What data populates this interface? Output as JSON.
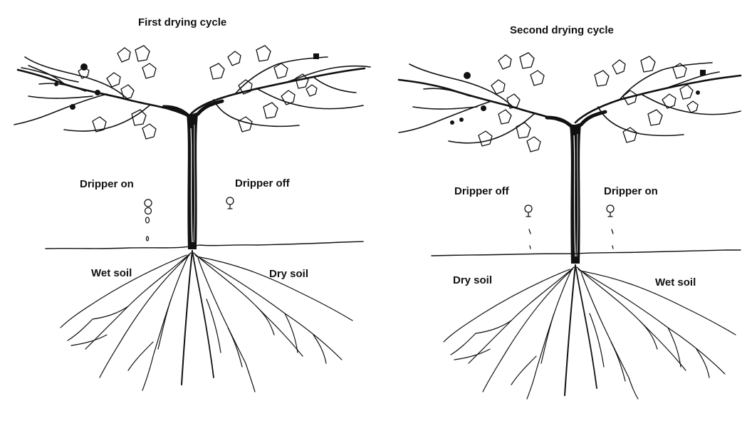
{
  "panels": [
    {
      "title": "First drying cycle",
      "left_dripper": "Dripper on",
      "right_dripper": "Dripper off",
      "left_soil": "Wet soil",
      "right_soil": "Dry soil"
    },
    {
      "title": "Second drying cycle",
      "left_dripper": "Dripper off",
      "right_dripper": "Dripper on",
      "left_soil": "Dry soil",
      "right_soil": "Wet soil"
    }
  ],
  "colors": {
    "ink": "#111111",
    "background": "#ffffff"
  }
}
